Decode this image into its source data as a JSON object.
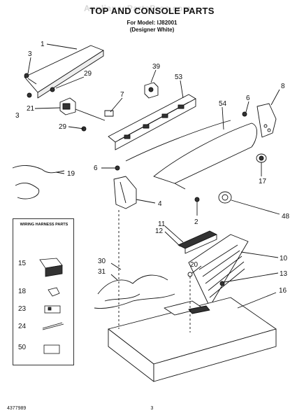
{
  "header": {
    "title": "TOP AND CONSOLE PARTS",
    "model_line": "For Model: IJ82001",
    "variant_line": "(Designer White)",
    "watermark": "AppliancePartsPros.com"
  },
  "callouts": {
    "c1": "1",
    "c3a": "3",
    "c29a": "29",
    "c21": "21",
    "c3b": "3",
    "c39": "39",
    "c53": "53",
    "c7": "7",
    "c29b": "29",
    "c6a": "6",
    "c8": "8",
    "c54": "54",
    "c6b": "6",
    "c19": "19",
    "c17": "17",
    "c4": "4",
    "c48": "48",
    "c2": "2",
    "c11": "11",
    "c12": "12",
    "c10": "10",
    "c20": "20",
    "c13": "13",
    "c30": "30",
    "c31": "31",
    "c16": "16"
  },
  "legend": {
    "title": "WIRING HARNESS PARTS",
    "items": [
      "15",
      "18",
      "23",
      "24",
      "50"
    ]
  },
  "footer": {
    "doc_number": "4377989",
    "page_number": "3"
  }
}
